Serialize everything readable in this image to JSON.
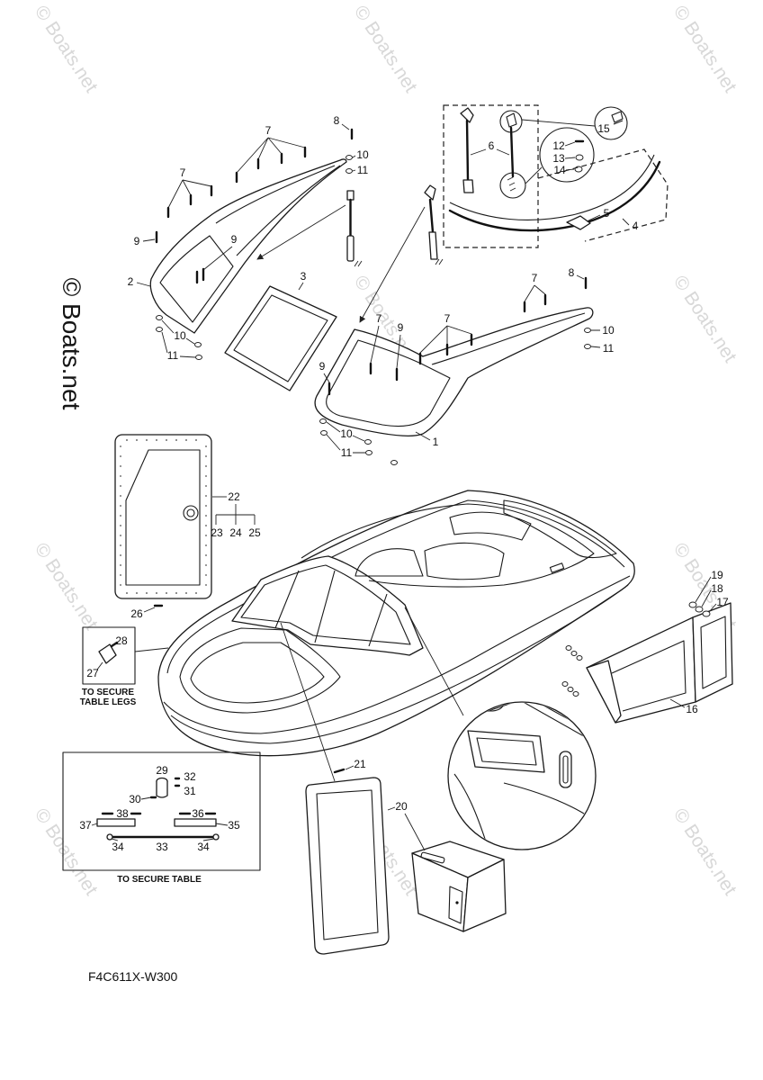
{
  "diagram": {
    "code": "F4C611X-W300",
    "watermark": "© Boats.net",
    "notes": {
      "table_legs_line1": "TO SECURE",
      "table_legs_line2": "TABLE LEGS",
      "table": "TO SECURE TABLE"
    },
    "callouts": [
      "1",
      "2",
      "3",
      "4",
      "5",
      "6",
      "7",
      "7",
      "7",
      "7",
      "7",
      "8",
      "8",
      "9",
      "9",
      "9",
      "9",
      "10",
      "10",
      "10",
      "10",
      "11",
      "11",
      "11",
      "11",
      "12",
      "13",
      "14",
      "15",
      "16",
      "17",
      "18",
      "19",
      "20",
      "21",
      "22",
      "23",
      "24",
      "25",
      "26",
      "27",
      "28",
      "29",
      "30",
      "31",
      "32",
      "33",
      "34",
      "34",
      "35",
      "36",
      "37",
      "38"
    ]
  }
}
